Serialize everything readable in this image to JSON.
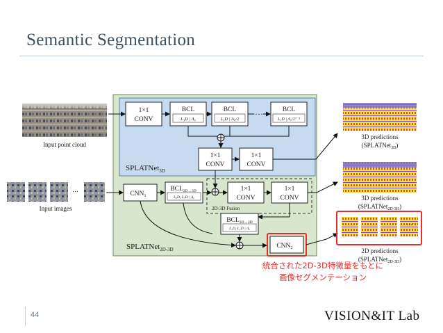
{
  "title": "Semantic Segmentation",
  "diagram": {
    "row1": {
      "conv_top": "1×1",
      "conv_bottom": "CONV",
      "bcl1": "BCL",
      "bcl1_sub": "L₃D | Λ₀",
      "bcl2": "BCL",
      "bcl2_sub": "L₃D | Λ₀/2",
      "bcl3": "BCL",
      "bcl3_sub": "L₃D | Λ₀/2ᵀ⁻¹",
      "dots": "…"
    },
    "row2": {
      "conv1_top": "1×1",
      "conv1_bottom": "CONV",
      "conv2_top": "1×1",
      "conv2_bottom": "CONV",
      "net_label": "SPLATNet",
      "net_sub": "3D"
    },
    "row3": {
      "cnn1": "CNN",
      "cnn1_sub": "1",
      "bcl": "BCL",
      "bcl_sub": "2D→3D",
      "bcl_params": "L₂D, L₃D | Λₐ",
      "conv1_top": "1×1",
      "conv1_bottom": "CONV",
      "conv2_top": "1×1",
      "conv2_bottom": "CONV",
      "fusion_label": "2D-3D Fusion",
      "dots": "…"
    },
    "row4": {
      "bcl": "BCL",
      "bcl_sub": "3D→2D",
      "bcl_params": "L₃D, L₂D | Λₐ",
      "cnn2": "CNN",
      "cnn2_sub": "2",
      "net_label": "SPLATNet",
      "net_sub": "2D-3D"
    },
    "inputs": {
      "point_cloud_caption": "Input point cloud",
      "images_caption": "Input images"
    },
    "outputs": {
      "pred3d_line1": "3D predictions",
      "pred3d_line2": "(SPLATNet",
      "pred3d_sub": "3D",
      "pred3d_close": ")",
      "pred2d3d_line1": "3D predictions",
      "pred2d3d_line2": "(SPLATNet",
      "pred2d3d_sub": "2D-3D",
      "pred2d3d_close": ")",
      "pred2d_line1": "2D predictions",
      "pred2d_line2": "(SPLATNet",
      "pred2d_sub": "2D-3D",
      "pred2d_close": ")",
      "dots": "…"
    }
  },
  "annotation": {
    "line1": "統合された2D-3D特徴量をもとに",
    "line2": "画像セグメンテーション",
    "color": "#e0302e"
  },
  "footer": {
    "page_number": "44",
    "logo": "VISION&IT Lab"
  },
  "colors": {
    "outer_panel": "#d7e6cd",
    "inner_panel": "#c6daf0",
    "highlight": "#e0302e"
  }
}
